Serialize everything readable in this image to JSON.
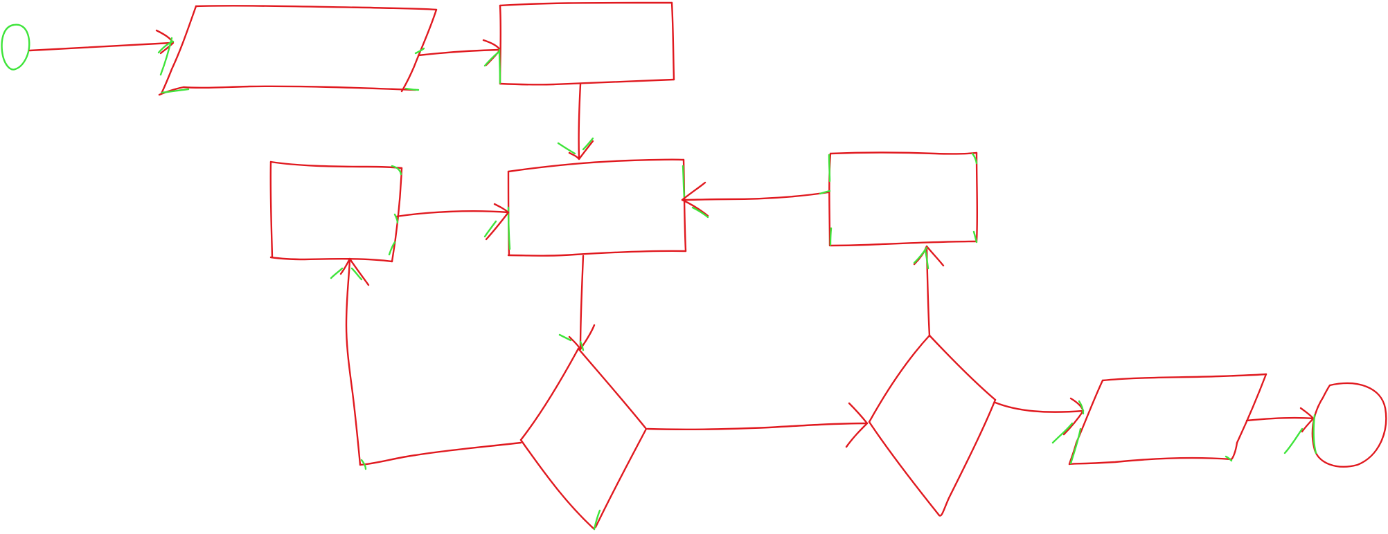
{
  "colors": {
    "stroke_red": "#e0191f",
    "stroke_green": "#3ee43a",
    "background": "#ffffff"
  },
  "diagram": {
    "type": "flowchart-sketch",
    "nodes": [
      {
        "id": "start",
        "shape": "ellipse",
        "label": ""
      },
      {
        "id": "input",
        "shape": "parallelogram",
        "label": ""
      },
      {
        "id": "process-top",
        "shape": "rectangle",
        "label": ""
      },
      {
        "id": "process-center",
        "shape": "rectangle",
        "label": ""
      },
      {
        "id": "process-left",
        "shape": "rectangle",
        "label": ""
      },
      {
        "id": "process-right",
        "shape": "rectangle",
        "label": ""
      },
      {
        "id": "decision-1",
        "shape": "diamond",
        "label": ""
      },
      {
        "id": "decision-2",
        "shape": "diamond",
        "label": ""
      },
      {
        "id": "output",
        "shape": "parallelogram",
        "label": ""
      },
      {
        "id": "end",
        "shape": "ellipse",
        "label": ""
      }
    ],
    "edges": [
      {
        "from": "start",
        "to": "input"
      },
      {
        "from": "input",
        "to": "process-top"
      },
      {
        "from": "process-top",
        "to": "process-center"
      },
      {
        "from": "process-left",
        "to": "process-center"
      },
      {
        "from": "process-right",
        "to": "process-center"
      },
      {
        "from": "process-center",
        "to": "decision-1"
      },
      {
        "from": "decision-1",
        "to": "process-left"
      },
      {
        "from": "decision-1",
        "to": "decision-2"
      },
      {
        "from": "decision-2",
        "to": "process-right"
      },
      {
        "from": "decision-2",
        "to": "output"
      },
      {
        "from": "output",
        "to": "end"
      }
    ]
  }
}
